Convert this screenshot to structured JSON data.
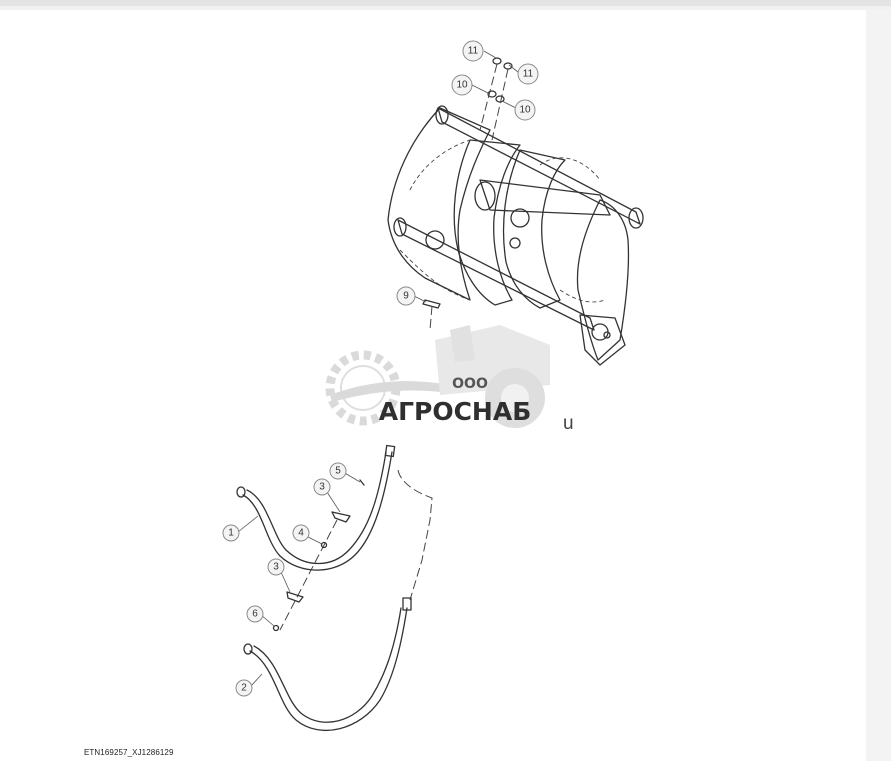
{
  "figure": {
    "id_label": "ETN169257_XJ1286129"
  },
  "callouts": [
    {
      "number": "11"
    },
    {
      "number": "11"
    },
    {
      "number": "10"
    },
    {
      "number": "10"
    },
    {
      "number": "9"
    },
    {
      "number": "5"
    },
    {
      "number": "3"
    },
    {
      "number": "1"
    },
    {
      "number": "4"
    },
    {
      "number": "3"
    },
    {
      "number": "6"
    },
    {
      "number": "2"
    }
  ],
  "watermark": {
    "company_prefix": "ООО",
    "company_name": "АГРОСНАБ",
    "suffix": "u"
  },
  "colors": {
    "line": "#333333",
    "callout_fill": "#f4f4f4",
    "callout_stroke": "#8a8a8a",
    "watermark": "#c8c8c8"
  }
}
